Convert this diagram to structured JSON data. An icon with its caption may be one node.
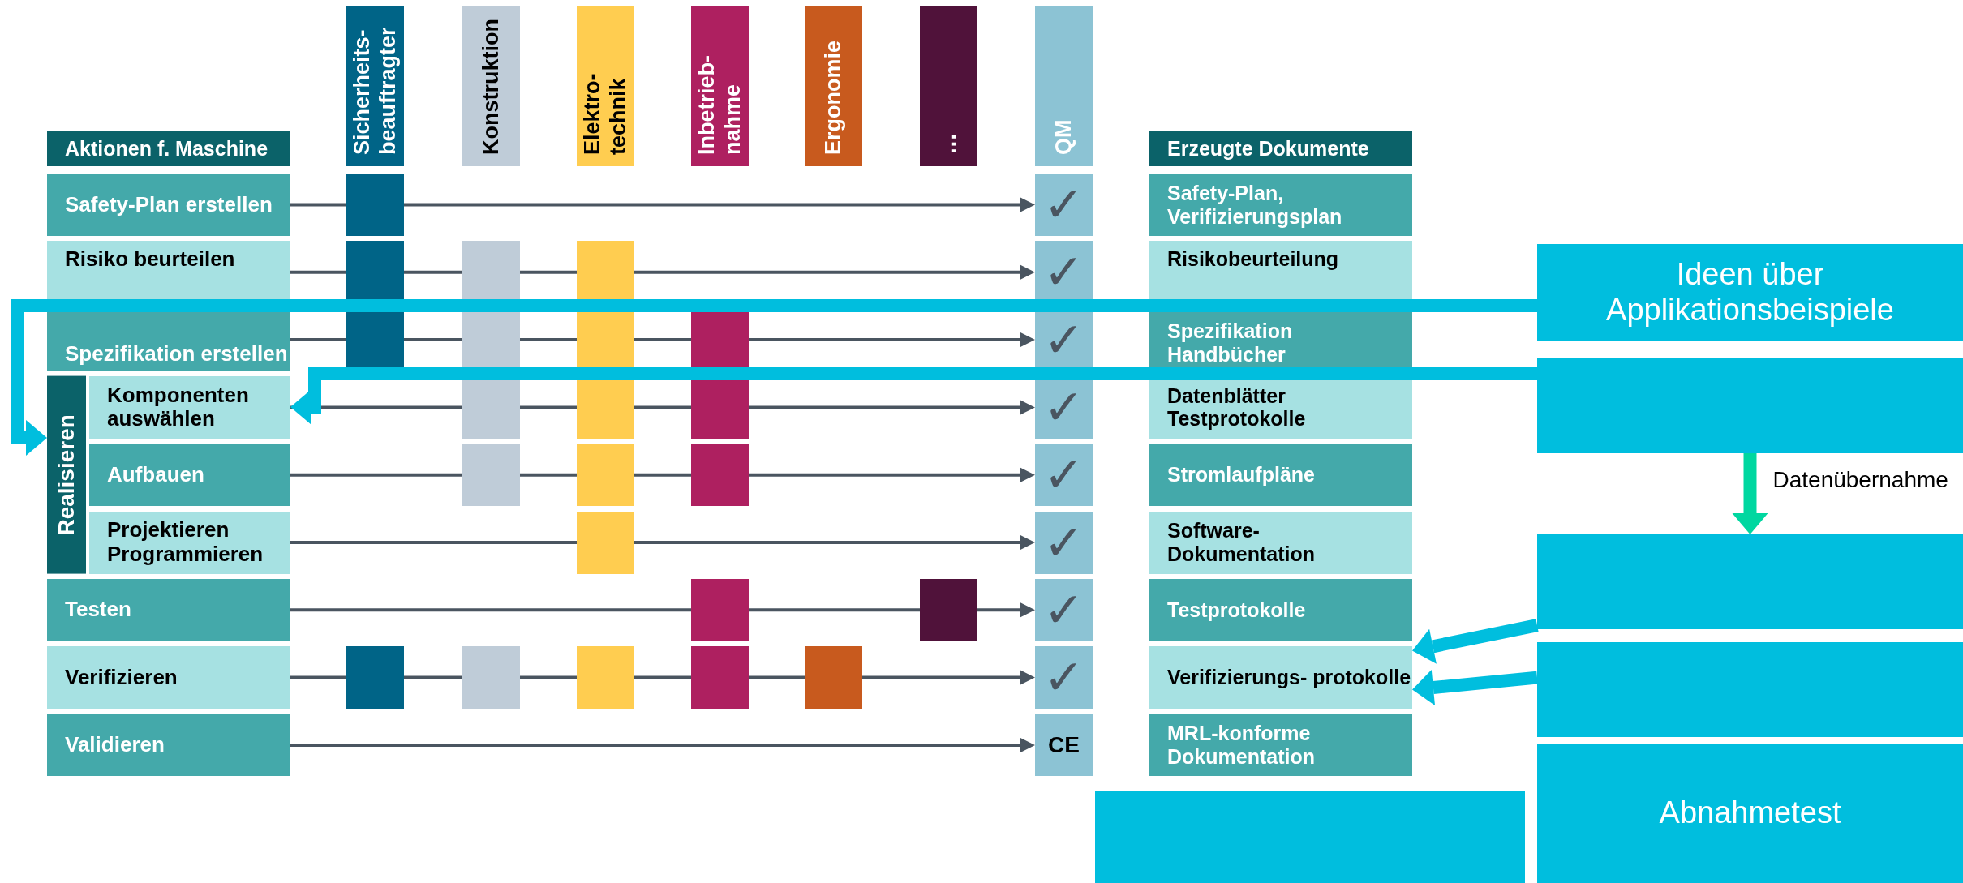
{
  "diagram": {
    "nodes": [
      {
        "text": [
          "Sicherheits- beauftragter"
        ]
      },
      {
        "text": [
          "Konstruktion"
        ]
      },
      {
        "text": [
          "Elektro- technik"
        ]
      },
      {
        "text": [
          "Inbetrieb- nahme"
        ]
      },
      {
        "text": [
          "Ergonomie"
        ]
      },
      {
        "text": [
          "…"
        ]
      },
      {
        "text": [
          "QM"
        ]
      },
      {
        "text": [
          "Aktionen f. Maschine"
        ]
      },
      {
        "text": [
          "Erzeugte Dokumente"
        ]
      },
      {
        "text": [
          "Safety-Plan erstellen"
        ]
      },
      {
        "text": [],
        "shape": "box"
      },
      {
        "text": [
          "✓"
        ]
      },
      {
        "text": [
          "Safety-Plan, Verifizierungsplan"
        ]
      },
      {
        "text": [
          "Risiko beurteilen"
        ]
      },
      {
        "text": [],
        "shape": "box"
      },
      {
        "text": [],
        "shape": "box"
      },
      {
        "text": [],
        "shape": "box"
      },
      {
        "text": [
          "✓"
        ]
      },
      {
        "text": [
          "Risikobeurteilung"
        ]
      },
      {
        "text": [
          "Spezifikation erstellen"
        ]
      },
      {
        "text": [],
        "shape": "box"
      },
      {
        "text": [],
        "shape": "box"
      },
      {
        "text": [],
        "shape": "box"
      },
      {
        "text": [],
        "shape": "box"
      },
      {
        "text": [
          "✓"
        ]
      },
      {
        "text": [
          "Spezifikation Handbücher"
        ]
      },
      {
        "text": [
          "Realisieren"
        ]
      },
      {
        "text": [
          "Komponenten auswählen"
        ]
      },
      {
        "text": [],
        "shape": "box"
      },
      {
        "text": [],
        "shape": "box"
      },
      {
        "text": [],
        "shape": "box"
      },
      {
        "text": [
          "✓"
        ]
      },
      {
        "text": [
          "Datenblätter Testprotokolle"
        ]
      },
      {
        "text": [
          "Aufbauen"
        ]
      },
      {
        "text": [],
        "shape": "box"
      },
      {
        "text": [],
        "shape": "box"
      },
      {
        "text": [],
        "shape": "box"
      },
      {
        "text": [
          "✓"
        ]
      },
      {
        "text": [
          "Stromlaufpläne"
        ]
      },
      {
        "text": [
          "Projektieren Programmieren"
        ]
      },
      {
        "text": [],
        "shape": "box"
      },
      {
        "text": [
          "✓"
        ]
      },
      {
        "text": [
          "Software- Dokumentation"
        ]
      },
      {
        "text": [
          "Testen"
        ]
      },
      {
        "text": [],
        "shape": "box"
      },
      {
        "text": [],
        "shape": "box"
      },
      {
        "text": [
          "✓"
        ]
      },
      {
        "text": [
          "Testprotokolle"
        ]
      },
      {
        "text": [
          "Verifizieren"
        ]
      },
      {
        "text": [],
        "shape": "box"
      },
      {
        "text": [],
        "shape": "box"
      },
      {
        "text": [],
        "shape": "box"
      },
      {
        "text": [],
        "shape": "box"
      },
      {
        "text": [],
        "shape": "box"
      },
      {
        "text": [
          "✓"
        ]
      },
      {
        "text": [
          "Verifizierungs- protokolle"
        ]
      },
      {
        "text": [
          "Validieren"
        ]
      },
      {
        "text": [
          "CE"
        ]
      },
      {
        "text": [
          "MRL-konforme Dokumentation"
        ]
      },
      {
        "text": [
          "Ideen über Applikationsbeispiele"
        ]
      },
      {
        "text": [],
        "shape": "box"
      },
      {
        "text": [],
        "shape": "box"
      },
      {
        "text": [],
        "shape": "box"
      },
      {
        "text": [
          "Abnahmetest"
        ]
      },
      {
        "text": [],
        "shape": "box"
      }
    ],
    "edges": [
      {
        "from": 9,
        "to": 10,
        "arrow": "none"
      },
      {
        "from": 10,
        "to": 11,
        "arrow": "to"
      },
      {
        "from": 13,
        "to": 14,
        "arrow": "none"
      },
      {
        "from": 14,
        "to": 15,
        "arrow": "none"
      },
      {
        "from": 15,
        "to": 16,
        "arrow": "none"
      },
      {
        "from": 16,
        "to": 17,
        "arrow": "to"
      },
      {
        "from": 19,
        "to": 20,
        "arrow": "none"
      },
      {
        "from": 20,
        "to": 21,
        "arrow": "none"
      },
      {
        "from": 21,
        "to": 22,
        "arrow": "none"
      },
      {
        "from": 22,
        "to": 23,
        "arrow": "none"
      },
      {
        "from": 23,
        "to": 24,
        "arrow": "to"
      },
      {
        "from": 27,
        "to": 28,
        "arrow": "none"
      },
      {
        "from": 28,
        "to": 29,
        "arrow": "none"
      },
      {
        "from": 29,
        "to": 30,
        "arrow": "none"
      },
      {
        "from": 30,
        "to": 31,
        "arrow": "to"
      },
      {
        "from": 33,
        "to": 34,
        "arrow": "none"
      },
      {
        "from": 34,
        "to": 35,
        "arrow": "none"
      },
      {
        "from": 35,
        "to": 36,
        "arrow": "none"
      },
      {
        "from": 36,
        "to": 37,
        "arrow": "to"
      },
      {
        "from": 39,
        "to": 40,
        "arrow": "none"
      },
      {
        "from": 40,
        "to": 41,
        "arrow": "to"
      },
      {
        "from": 43,
        "to": 44,
        "arrow": "none"
      },
      {
        "from": 44,
        "to": 45,
        "arrow": "none"
      },
      {
        "from": 45,
        "to": 46,
        "arrow": "to"
      },
      {
        "from": 48,
        "to": 49,
        "arrow": "none"
      },
      {
        "from": 49,
        "to": 50,
        "arrow": "none"
      },
      {
        "from": 50,
        "to": 51,
        "arrow": "none"
      },
      {
        "from": 51,
        "to": 52,
        "arrow": "none"
      },
      {
        "from": 52,
        "to": 53,
        "arrow": "none"
      },
      {
        "from": 53,
        "to": 54,
        "arrow": "to"
      },
      {
        "from": 56,
        "to": 57,
        "arrow": "to"
      },
      {
        "from": 59,
        "to": 26,
        "arrow": "to",
        "style": "thick",
        "color": "#00bede"
      },
      {
        "from": 60,
        "to": 27,
        "arrow": "to",
        "style": "thick",
        "color": "#00bede"
      },
      {
        "from": 61,
        "to": 55,
        "arrow": "to",
        "style": "thick",
        "color": "#00bede"
      },
      {
        "from": 62,
        "to": 55,
        "arrow": "to",
        "style": "thick",
        "color": "#00bede"
      },
      {
        "from": 60,
        "to": 61,
        "arrow": "to",
        "label": "Datenübernahme",
        "style": "thick",
        "color": "#00d7a0"
      }
    ]
  }
}
